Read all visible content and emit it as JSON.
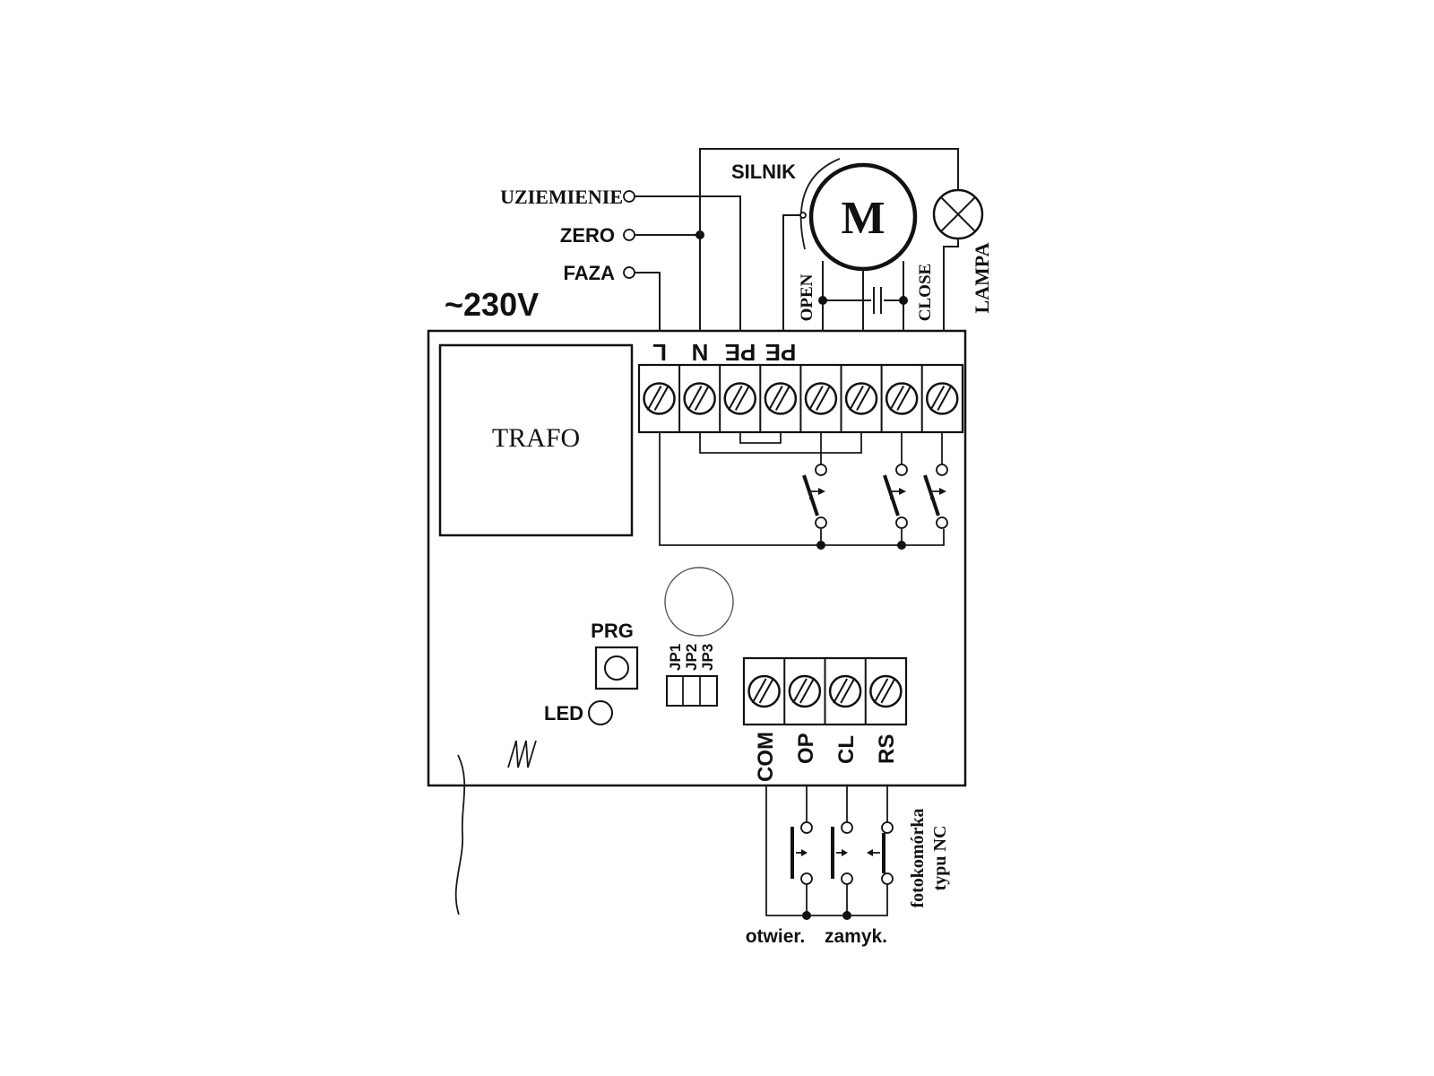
{
  "supply": {
    "voltage": "~230V",
    "earth": "UZIEMIENIE",
    "neutral": "ZERO",
    "phase": "FAZA"
  },
  "motor": {
    "name": "SILNIK",
    "symbol": "M",
    "open": "OPEN",
    "close": "CLOSE"
  },
  "lamp": "LAMPA",
  "board": {
    "transformer": "TRAFO",
    "power_terminals": [
      "L",
      "N",
      "PE",
      "PE"
    ],
    "program_button": "PRG",
    "led": "LED",
    "jumpers": [
      "JP1",
      "JP2",
      "JP3"
    ],
    "control_terminals": [
      "COM",
      "OP",
      "CL",
      "RS"
    ]
  },
  "inputs": {
    "open": "otwier.",
    "close": "zamyk.",
    "photocell": [
      "fotokomórka",
      "typu NC"
    ]
  },
  "colors": {
    "line": "#1a1a1a",
    "background": "#ffffff"
  }
}
